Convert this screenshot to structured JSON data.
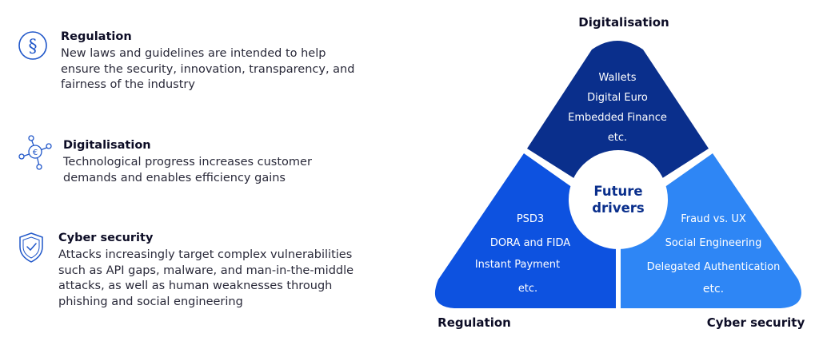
{
  "items": [
    {
      "title": "Regulation",
      "icon": "paragraph-icon",
      "lines": [
        "New laws and guidelines are intended to help",
        "ensure the security, innovation, transparency, and",
        "fairness of the industry"
      ]
    },
    {
      "title": "Digitalisation",
      "icon": "digital-euro-network-icon",
      "lines": [
        "Technological progress increases customer",
        "demands and enables efficiency gains"
      ]
    },
    {
      "title": "Cyber security",
      "icon": "shield-check-icon",
      "lines": [
        "Attacks increasingly target complex vulnerabilities",
        "such as API gaps, malware, and man-in-the-middle",
        "attacks, as well as human weaknesses through",
        "phishing and social engineering"
      ]
    }
  ],
  "diagram": {
    "center_line1": "Future",
    "center_line2": "drivers",
    "top": {
      "label": "Digitalisation",
      "items": [
        "Wallets",
        "Digital Euro",
        "Embedded Finance",
        "etc."
      ],
      "color": "#0a2f8c"
    },
    "left": {
      "label": "Regulation",
      "items": [
        "PSD3",
        "DORA and FIDA",
        "Instant Payment",
        "etc."
      ],
      "color": "#0d52e0"
    },
    "right": {
      "label": "Cyber security",
      "items": [
        "Fraud vs. UX",
        "Social Engineering",
        "Delegated Authentication",
        "etc."
      ],
      "color": "#2e86f5"
    }
  },
  "colors": {
    "icon": "#1f56c9",
    "center_text": "#0a2f8c"
  }
}
